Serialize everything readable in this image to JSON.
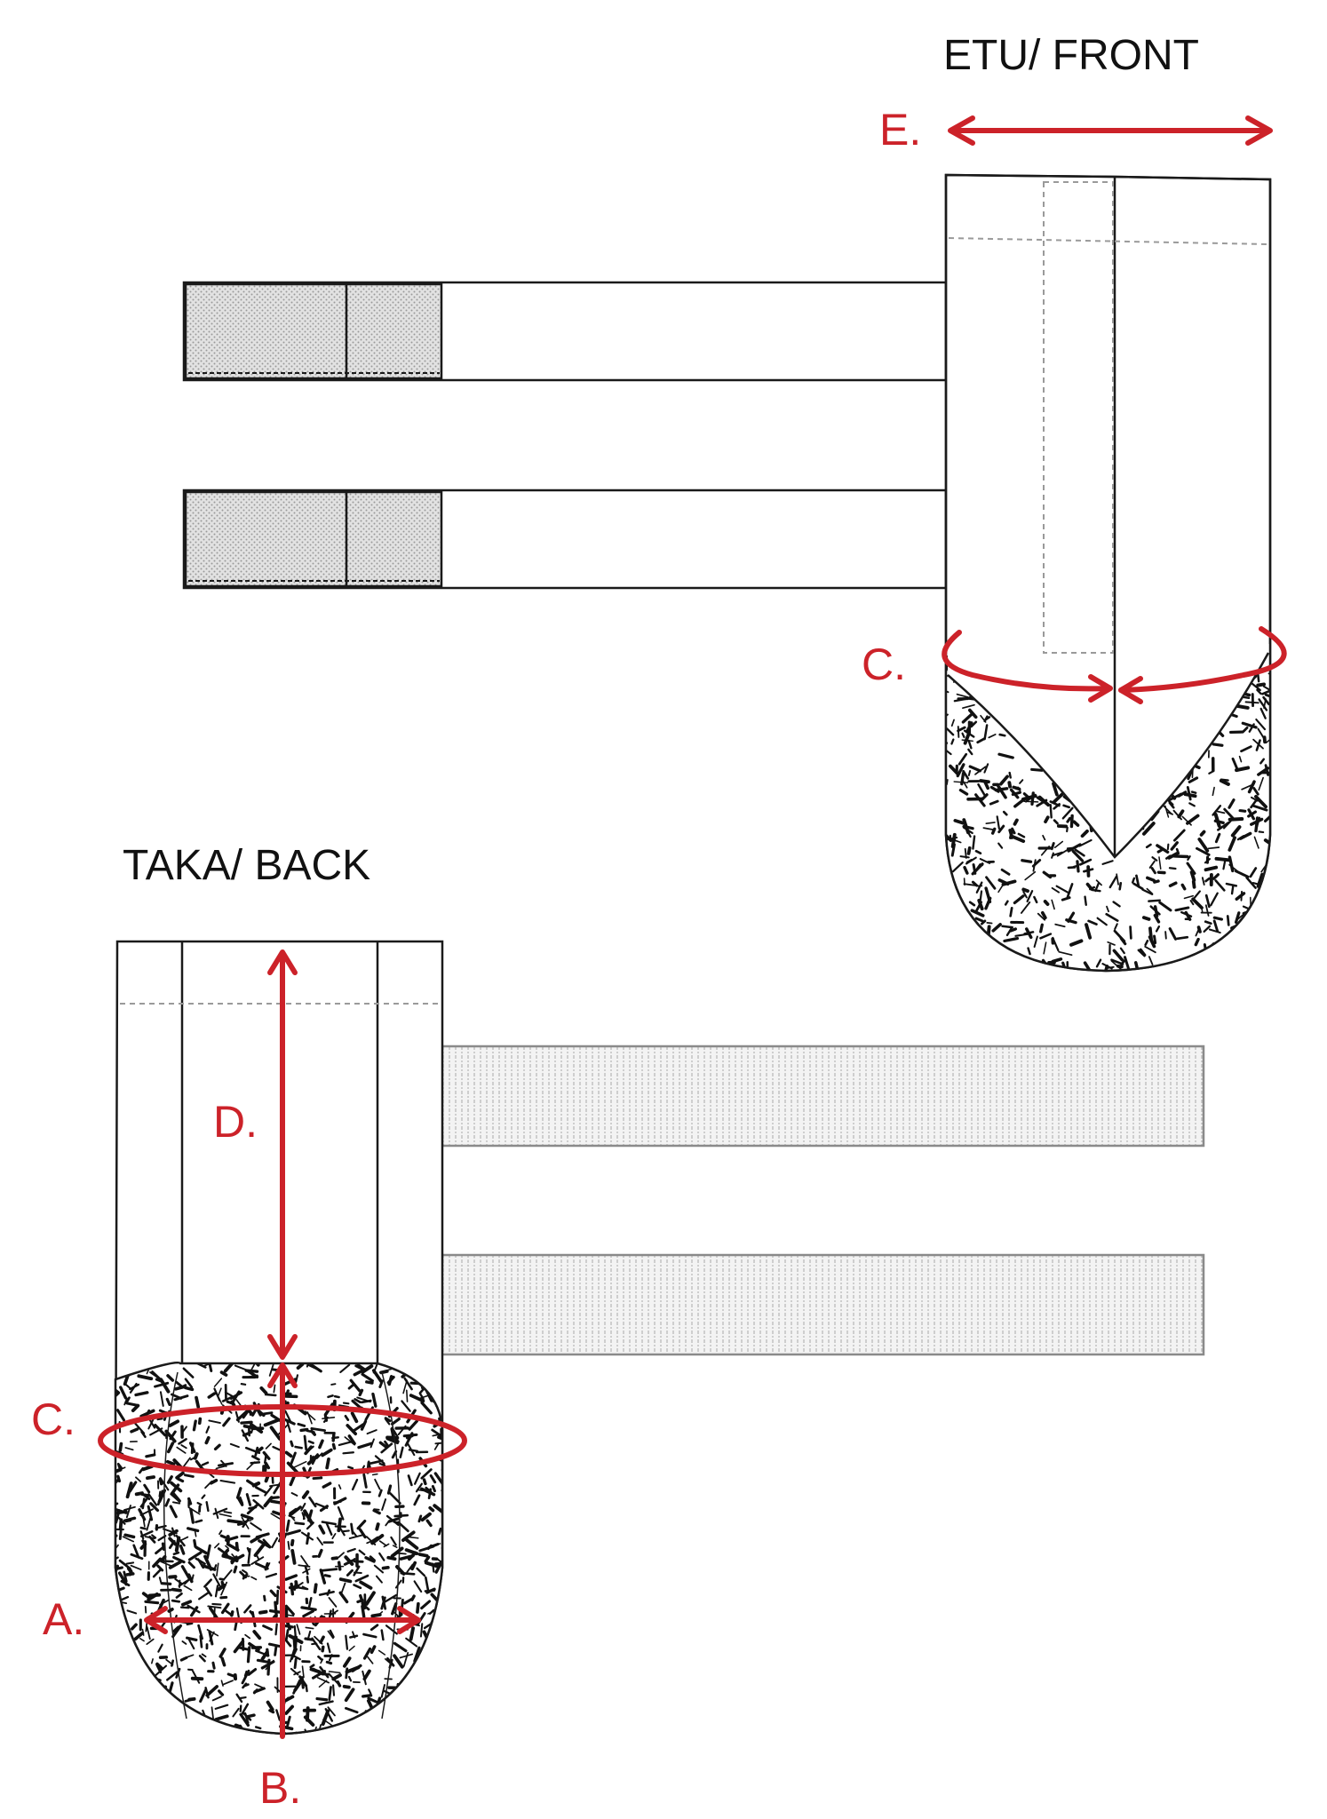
{
  "views": {
    "front": {
      "title": "ETU/ FRONT"
    },
    "back": {
      "title": "TAKA/ BACK"
    }
  },
  "measurements": {
    "a": "A.",
    "b": "B.",
    "c_front": "C.",
    "c_back": "C.",
    "d": "D.",
    "e": "E."
  },
  "colors": {
    "measure": "#cc2229",
    "outline": "#1a1a1a",
    "pad_fill": "#d0d0d0",
    "texture": "#111111"
  }
}
